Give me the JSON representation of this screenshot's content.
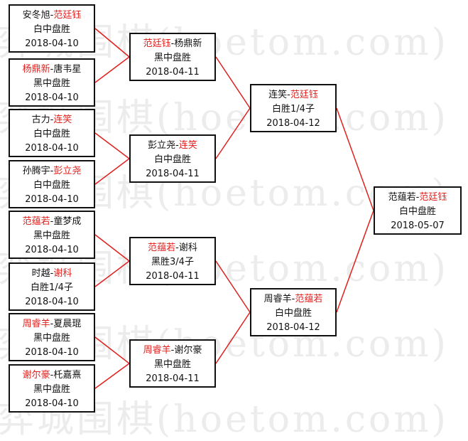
{
  "watermark": "弈城围棋(hoetom.com)",
  "colors": {
    "line": "#e0201c",
    "winner_name": "#e0201c",
    "border": "#111111"
  },
  "matches": [
    {
      "id": "r1m1",
      "player_a": "安冬旭",
      "player_b": "范廷钰",
      "winner": "b",
      "result": "白中盘胜",
      "date": "2018-04-10"
    },
    {
      "id": "r1m2",
      "player_a": "杨鼎新",
      "player_b": "唐韦星",
      "winner": "a",
      "result": "黑中盘胜",
      "date": "2018-04-10"
    },
    {
      "id": "r1m3",
      "player_a": "古力",
      "player_b": "连笑",
      "winner": "b",
      "result": "白中盘胜",
      "date": "2018-04-10"
    },
    {
      "id": "r1m4",
      "player_a": "孙腾宇",
      "player_b": "彭立尧",
      "winner": "b",
      "result": "白中盘胜",
      "date": "2018-04-10"
    },
    {
      "id": "r1m5",
      "player_a": "范蕴若",
      "player_b": "童梦成",
      "winner": "a",
      "result": "黑中盘胜",
      "date": "2018-04-10"
    },
    {
      "id": "r1m6",
      "player_a": "时越",
      "player_b": "谢科",
      "winner": "b",
      "result": "白胜1/4子",
      "date": "2018-04-10"
    },
    {
      "id": "r1m7",
      "player_a": "周睿羊",
      "player_b": "夏晨琨",
      "winner": "a",
      "result": "黑中盘胜",
      "date": "2018-04-10"
    },
    {
      "id": "r1m8",
      "player_a": "谢尔豪",
      "player_b": "杔嘉熹",
      "winner": "a",
      "result": "黑中盘胜",
      "date": "2018-04-10"
    },
    {
      "id": "r2m1",
      "player_a": "范廷钰",
      "player_b": "杨鼎新",
      "winner": "a",
      "result": "黑中盘胜",
      "date": "2018-04-11"
    },
    {
      "id": "r2m2",
      "player_a": "彭立尧",
      "player_b": "连笑",
      "winner": "b",
      "result": "白中盘胜",
      "date": "2018-04-11"
    },
    {
      "id": "r2m3",
      "player_a": "范蕴若",
      "player_b": "谢科",
      "winner": "a",
      "result": "黑胜3/4子",
      "date": "2018-04-11"
    },
    {
      "id": "r2m4",
      "player_a": "周睿羊",
      "player_b": "谢尔豪",
      "winner": "a",
      "result": "黑中盘胜",
      "date": "2018-04-11"
    },
    {
      "id": "r3m1",
      "player_a": "连笑",
      "player_b": "范廷钰",
      "winner": "b",
      "result": "白胜1/4子",
      "date": "2018-04-12"
    },
    {
      "id": "r3m2",
      "player_a": "周睿羊",
      "player_b": "范蕴若",
      "winner": "b",
      "result": "白中盘胜",
      "date": "2018-04-12"
    },
    {
      "id": "final",
      "player_a": "范蕴若",
      "player_b": "范廷钰",
      "winner": "b",
      "result": "白中盘胜",
      "date": "2018-05-07"
    }
  ]
}
